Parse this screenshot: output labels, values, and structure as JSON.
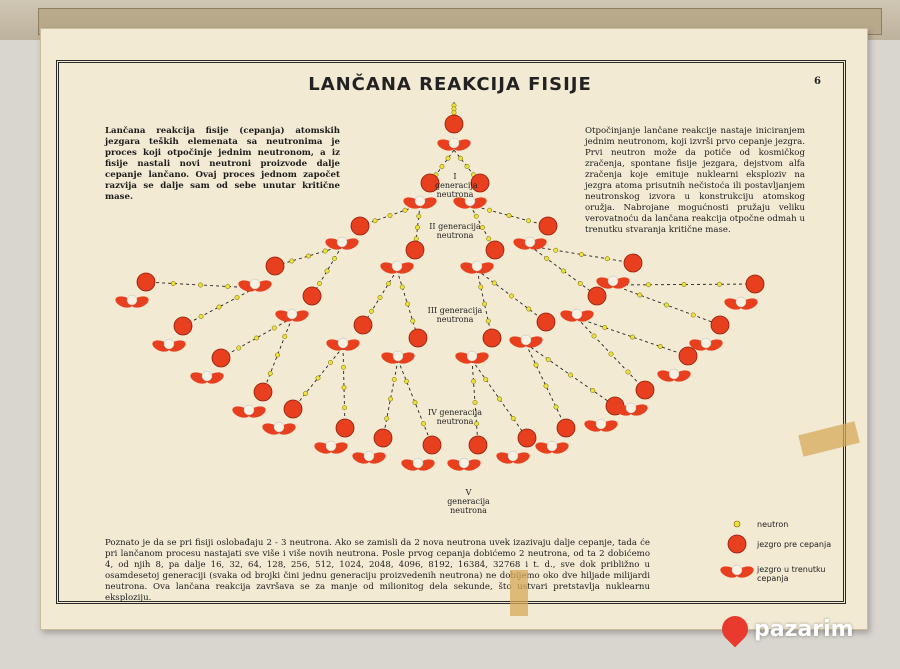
{
  "title": "LANČANA REAKCIJA FISIJE",
  "page_number": "6",
  "intro_left": "Lančana reakcija fisije (cepanja) atomskih jezgara teških elemenata sa neutronima je proces koji otpočinje jednim neutronom, a iz fisije nastali novi neutroni proizvode dalje cepanje lančano. Ovaj proces jednom započet razvija se dalje sam od sebe unutar kritične mase.",
  "intro_right": "Otpočinjanje lančane reakcije nastaje iniciranjem jednim neutronom, koji izvrši prvo cepanje jezgra. Prvi neutron može da potiče od kosmičkog zračenja, spontane fisije jezgara, dejstvom alfa zračenja koje emituje nuklearni eksploziv na jezgra atoma prisutnih nečistoća ili postavljanjem neutronskog izvora u konstrukciju atomskog oružja. Nabrojane mogućnosti pružaju veliku verovatnoću da lančana reakcija otpočne odmah u trenutku stvaranja kritične mase.",
  "bottom_text": "Poznato je da se pri fisiji oslobađaju 2 - 3 neutrona. Ako se zamisli da 2 nova neutrona uvek izazivaju dalje cepanje, tada će pri lančanom procesu nastajati sve više i više novih neutrona. Posle prvog cepanja dobićemo 2 neutrona, od ta 2 dobićemo 4, od njih 8, pa dalje 16, 32, 64, 128, 256, 512, 1024, 2048, 4096, 8192, 16384, 32768 i t. d., sve dok približno u osamdesetoj generaciji (svaka od brojki čini jednu generaciju proizvedenih neutrona) ne dobijemo oko dve hiljade milijardi neutrona. Ova lančana reakcija završava se za manje od milionitog dela sekunde, što ustvari pretstavlja nuklearnu eksploziju.",
  "generations": [
    {
      "label": "I generacija neutrona"
    },
    {
      "label": "II generacija neutrona"
    },
    {
      "label": "III generacija neutrona"
    },
    {
      "label": "IV generacija neutrona"
    },
    {
      "label": "V generacija neutrona"
    }
  ],
  "legend": [
    {
      "symbol": "neutron",
      "label": "neutron"
    },
    {
      "symbol": "nucleus",
      "label": "jezgro pre cepanja"
    },
    {
      "symbol": "fissioning-nucleus",
      "label": "jezgro u trenutku cepanja"
    }
  ],
  "colors": {
    "nucleus": "#e8401f",
    "neutron": "#f0e23a",
    "ink": "#222222"
  },
  "watermark": "pazarim"
}
